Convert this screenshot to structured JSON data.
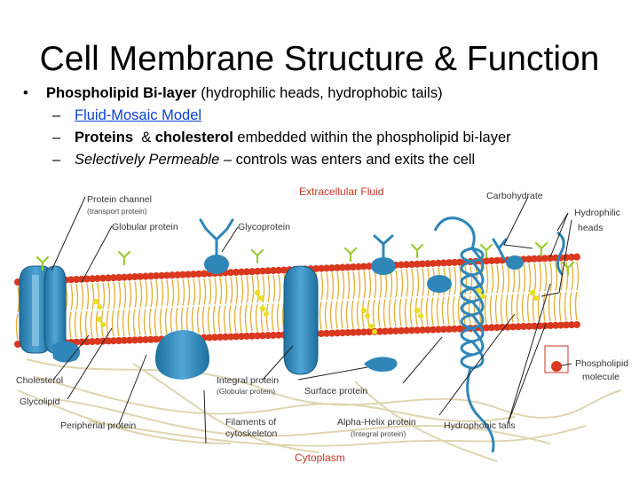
{
  "slide": {
    "title": "Cell Membrane Structure & Function",
    "bullet_marker": "•",
    "dash_marker": "–",
    "bullet1": {
      "bold": "Phospholipid Bi-layer",
      "rest": " (hydrophilic heads, hydrophobic tails)"
    },
    "sub1": {
      "link": "Fluid-Mosaic Model"
    },
    "sub2": {
      "bold1": "Proteins",
      "amp": "  & ",
      "bold2": "cholesterol",
      "rest": " embedded within the phospholipid bi-layer"
    },
    "sub3": {
      "italic": "Selectively Permeable",
      "rest": " – controls was enters and exits the cell"
    }
  },
  "diagram": {
    "extracellular": "Extracellular Fluid",
    "cytoplasm": "Cytoplasm",
    "labels": {
      "protein_channel": "Protein channel",
      "transport_protein": "(transport protein)",
      "globular_protein": "Globular protein",
      "glycoprotein": "Glycoprotein",
      "carbohydrate": "Carbohydrate",
      "hydrophilic": "Hydrophilic",
      "heads": "heads",
      "cholesterol": "Cholesterol",
      "glycolipid": "Glycolipid",
      "peripheral_protein": "Peripherial protein",
      "integral_protein": "Integral protein",
      "integral_globular": "(Globular protein)",
      "filaments": "Filaments of",
      "cytoskeleton": "cytoskeleton",
      "surface_protein": "Surface protein",
      "alpha_helix": "Alpha-Helix protein",
      "alpha_integral": "(Integral protein)",
      "hydrophobic_tails": "Hydrophobic tails",
      "phospholipid": "Phospholipid",
      "molecule": "molecule"
    },
    "colors": {
      "head": "#d9381e",
      "tail": "#e3b23c",
      "protein": "#2f86b8",
      "cholesterol": "#e8e020",
      "carbohydrate": "#9acd32",
      "filament": "#ddd8b8"
    }
  }
}
